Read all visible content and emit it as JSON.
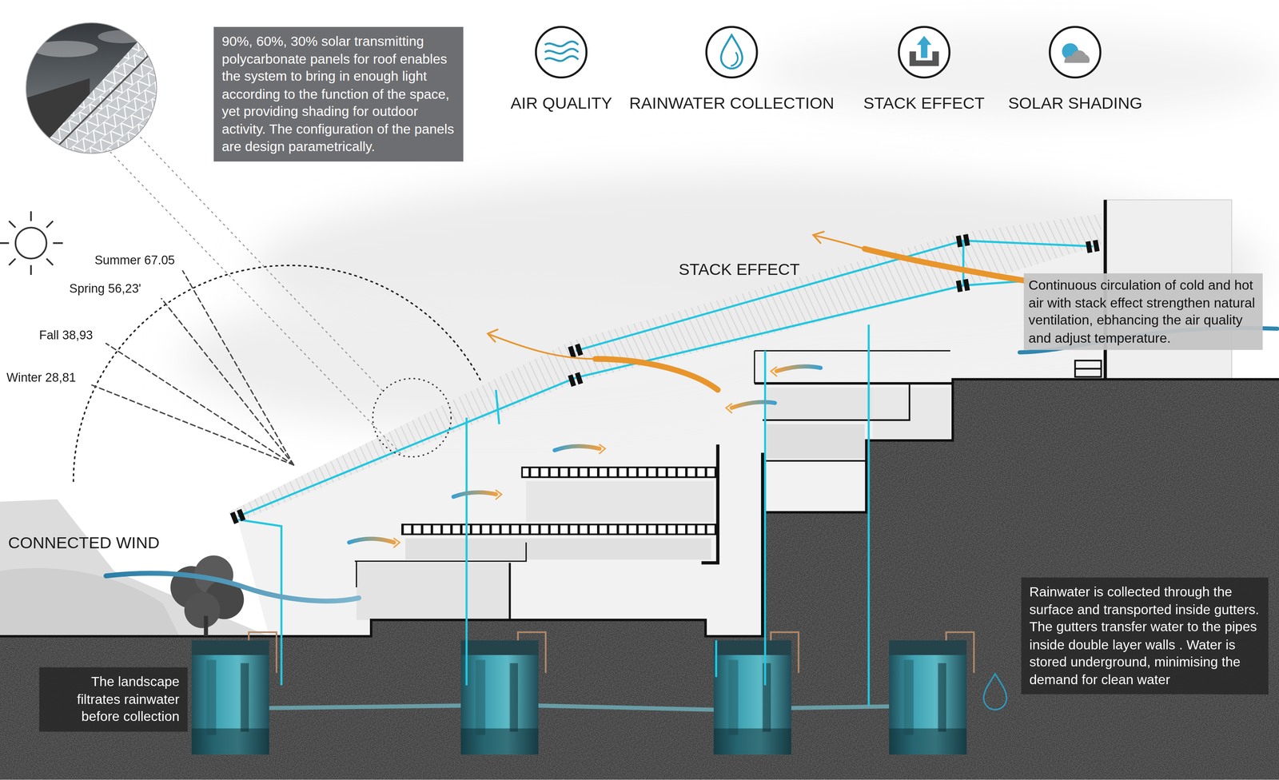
{
  "diagram": {
    "nodes": [
      {
        "text": [
          "90%, 60%, 30% solar transmitting polycarbonate panels for roof enables the system to bring in enough light according to the function of the space, yet providing shading for outdoor activity. The configuration of the panels are design parametrically."
        ]
      },
      {
        "text": [
          "AIR QUALITY"
        ]
      },
      {
        "text": [
          "RAINWATER COLLECTION"
        ]
      },
      {
        "text": [
          "STACK EFFECT"
        ]
      },
      {
        "text": [
          "SOLAR SHADING"
        ]
      },
      {
        "text": [
          "Continuous circulation of cold and hot air with stack effect strengthen natural ventilation, ebhancing the air quality and adjust temperature."
        ]
      },
      {
        "text": [
          "Rainwater is collected through the surface and transported inside gutters. The gutters transfer water to the pipes inside double layer walls . Water is stored underground, minimising the demand for clean water"
        ]
      },
      {
        "text": [
          "The landscape filtrates rainwater before collection"
        ]
      }
    ],
    "labels": [
      "Summer 67.05",
      "Spring 56,23'",
      "Fall 38,93",
      "Winter 28,81",
      "STACK EFFECT",
      "CONNECTED WIND"
    ]
  }
}
